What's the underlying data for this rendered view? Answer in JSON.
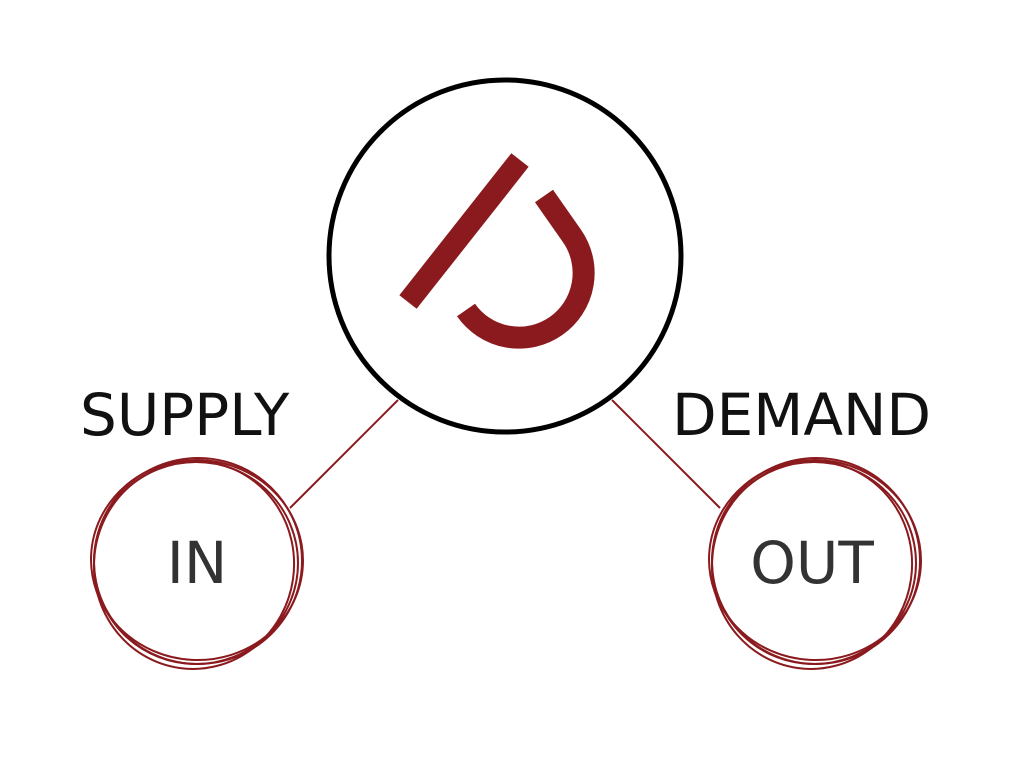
{
  "labels": {
    "left": "SUPPLY",
    "right": "DEMAND"
  },
  "nodes": {
    "left": "IN",
    "right": "OUT"
  },
  "colors": {
    "accent": "#8B1A1E",
    "outline": "#000000",
    "label_text": "#111111",
    "node_text": "#333333"
  },
  "icons": {
    "center": "droplet-logo-icon"
  }
}
